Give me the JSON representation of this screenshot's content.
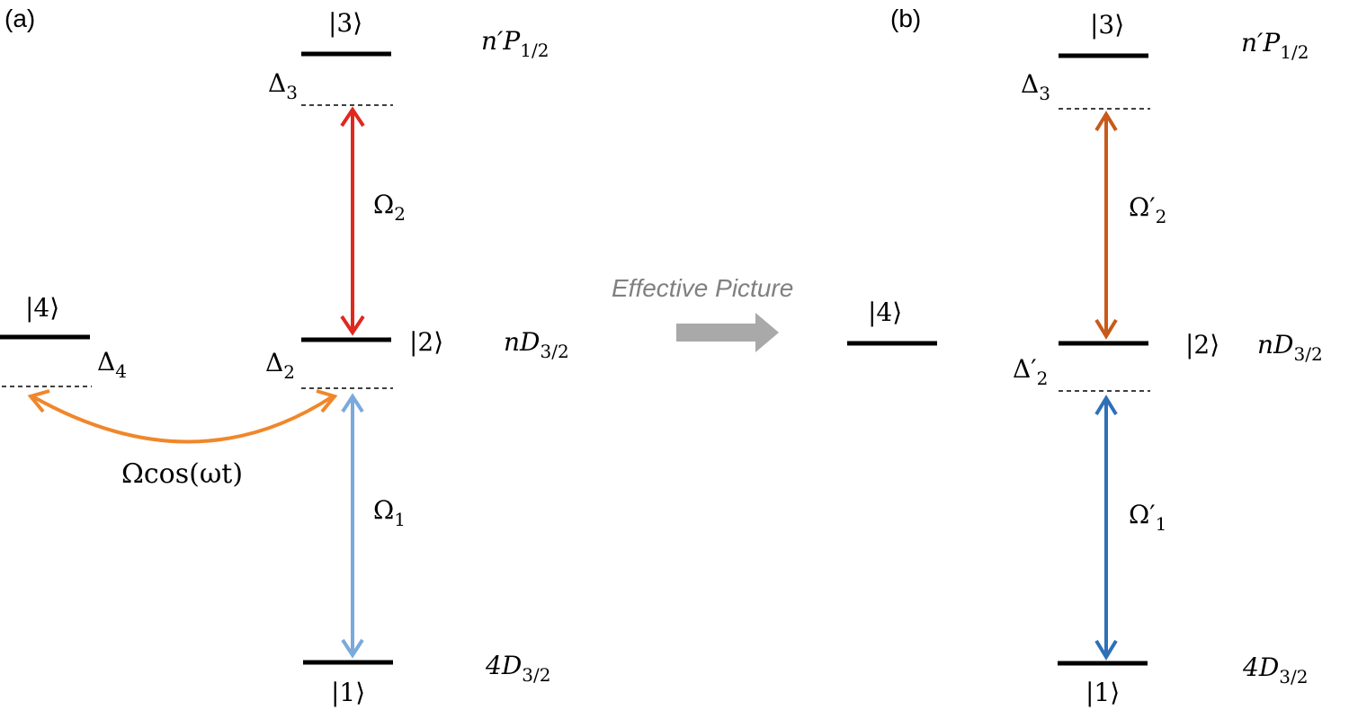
{
  "colors": {
    "level": "#000000",
    "red": "#e0281e",
    "light_blue": "#7aa9dc",
    "orange": "#f0872a",
    "dark_orange": "#c85a1a",
    "dark_blue": "#2f6fb8",
    "gray_arrow": "#a9a9a9",
    "gray_text": "#808080"
  },
  "panel_a": {
    "label": "(a)",
    "ket3": "|3⟩",
    "ket2": "|2⟩",
    "ket1": "|1⟩",
    "ket4": "|4⟩",
    "state3": {
      "base": "n′P",
      "sub": "1/2"
    },
    "state2": {
      "base": "nD",
      "sub": "3/2"
    },
    "state1": {
      "base": "4D",
      "sub": "3/2"
    },
    "delta3": {
      "base": "Δ",
      "sub": "3"
    },
    "delta2": {
      "base": "Δ",
      "sub": "2"
    },
    "delta4": {
      "base": "Δ",
      "sub": "4"
    },
    "omega2": {
      "base": "Ω",
      "sub": "2"
    },
    "omega1": {
      "base": "Ω",
      "sub": "1"
    },
    "drive": "Ωcos(ωt)"
  },
  "middle": {
    "label": "Effective Picture"
  },
  "panel_b": {
    "label": "(b)",
    "ket3": "|3⟩",
    "ket2": "|2⟩",
    "ket1": "|1⟩",
    "ket4": "|4⟩",
    "state3": {
      "base": "n′P",
      "sub": "1/2"
    },
    "state2": {
      "base": "nD",
      "sub": "3/2"
    },
    "state1": {
      "base": "4D",
      "sub": "3/2"
    },
    "delta3": {
      "base": "Δ",
      "sub": "3"
    },
    "delta2": {
      "base": "Δ′",
      "sub": "2"
    },
    "omega2": {
      "base": "Ω′",
      "sub": "2"
    },
    "omega1": {
      "base": "Ω′",
      "sub": "1"
    }
  }
}
